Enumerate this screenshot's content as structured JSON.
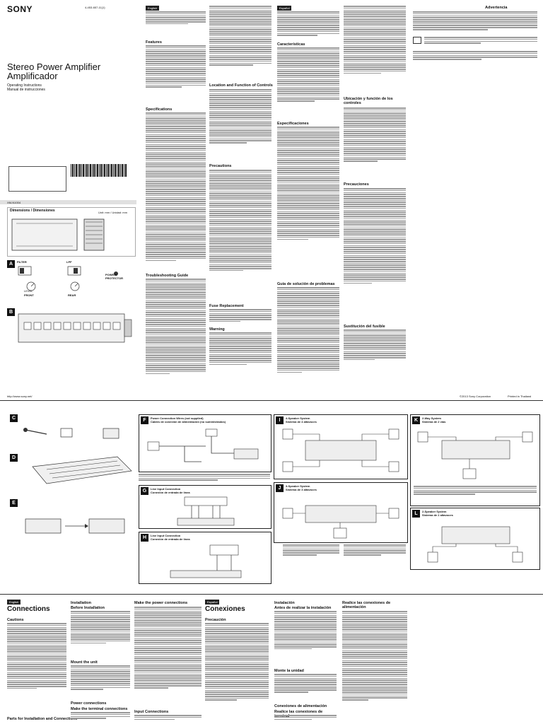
{
  "header": {
    "brand": "SONY",
    "part_number": "4-453-657-11(1)",
    "title_en": "Stereo Power Amplifier",
    "title_es": "Amplificador",
    "subtitle_en": "Operating Instructions",
    "subtitle_es": "Manual de instrucciones",
    "model": "XM-N1004"
  },
  "columns": {
    "col1": {
      "tab": "English",
      "headings": [
        "Features",
        "Specifications",
        "Troubleshooting Guide"
      ]
    },
    "col2": {
      "headings": [
        "Location and Function of Controls",
        "Precautions",
        "Fuse Replacement",
        "Warning"
      ]
    },
    "col3": {
      "tab": "Español",
      "headings": [
        "Características",
        "Especificaciones",
        "Guía de solución de problemas"
      ]
    },
    "col4": {
      "tab": "Advertencia",
      "headings": [
        "Ubicación y función de los controles",
        "Precauciones",
        "Sustitución del fusible"
      ]
    }
  },
  "dimensions": {
    "title": "Dimensions / Dimensiones",
    "unit": "Unit: mm / Unidad: mm"
  },
  "panel_a": {
    "label": "A",
    "items": [
      "FILTER",
      "LPF",
      "LEVEL",
      "FRONT",
      "REAR",
      "POWER/ PROTECTOR"
    ]
  },
  "panel_b": {
    "label": "B"
  },
  "url": "http://www.sony.net/",
  "copyright": "©2013 Sony Corporation",
  "printed": "Printed in Thailand",
  "diagrams": {
    "c": "C",
    "d": "D",
    "e": "E",
    "f": {
      "label": "F",
      "title_en": "Power Connection Wires (not supplied)",
      "title_es": "Cables de conexión de alimentación (no suministrados)"
    },
    "g": {
      "label": "G",
      "title_en": "Line Input Connection",
      "title_es": "Conexión de entrada de línea"
    },
    "h": {
      "label": "H",
      "title_en": "Line Input Connection",
      "title_es": "Conexión de entrada de línea"
    },
    "i": {
      "label": "I",
      "title_en": "4-Speaker System",
      "title_es": "Sistema de 4 altavoces"
    },
    "j": {
      "label": "J",
      "title_en": "3-Speaker System",
      "title_es": "Sistema de 3 altavoces"
    },
    "k": {
      "label": "K",
      "title_en": "2-Way System",
      "title_es": "Sistema de 2 vías"
    },
    "l": {
      "label": "L",
      "title_en": "2-Speaker System",
      "title_es": "Sistema de 2 altavoces"
    }
  },
  "bottom": {
    "tab_en": "English",
    "title_en": "Connections",
    "tab_es": "Español",
    "title_es": "Conexiones",
    "headings_en": [
      "Cautions",
      "Installation",
      "Before Installation",
      "Mount the unit",
      "Power connections",
      "Make the terminal connections",
      "Make the power connections",
      "Input Connections",
      "Parts for Installation and Connections"
    ],
    "headings_es": [
      "Precaución",
      "Instalación",
      "Antes de realizar la instalación",
      "Monte la unidad",
      "Conexiones de alimentación",
      "Realice las conexiones de terminal",
      "Realice las conexiones de alimentación"
    ]
  }
}
